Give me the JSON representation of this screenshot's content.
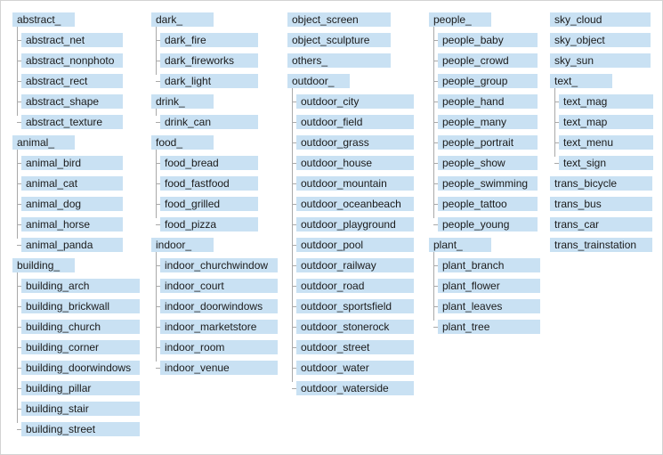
{
  "colors": {
    "node_fill": "#c9e1f3",
    "node_text": "#1b1b1b",
    "connector": "#a9a9a9",
    "canvas_border": "#d3d3d3",
    "background": "#ffffff"
  },
  "tree": {
    "columns": [
      {
        "groups": [
          {
            "label": "abstract_",
            "children": [
              "abstract_net",
              "abstract_nonphoto",
              "abstract_rect",
              "abstract_shape",
              "abstract_texture"
            ]
          },
          {
            "label": "animal_",
            "children": [
              "animal_bird",
              "animal_cat",
              "animal_dog",
              "animal_horse",
              "animal_panda"
            ]
          },
          {
            "label": "building_",
            "children": [
              "building_arch",
              "building_brickwall",
              "building_church",
              "building_corner",
              "building_doorwindows",
              "building_pillar",
              "building_stair",
              "building_street"
            ]
          }
        ]
      },
      {
        "groups": [
          {
            "label": "dark_",
            "children": [
              "dark_fire",
              "dark_fireworks",
              "dark_light"
            ]
          },
          {
            "label": "drink_",
            "children": [
              "drink_can"
            ]
          },
          {
            "label": "food_",
            "children": [
              "food_bread",
              "food_fastfood",
              "food_grilled",
              "food_pizza"
            ]
          },
          {
            "label": "indoor_",
            "children": [
              "indoor_churchwindow",
              "indoor_court",
              "indoor_doorwindows",
              "indoor_marketstore",
              "indoor_room",
              "indoor_venue"
            ]
          }
        ]
      },
      {
        "groups": [
          {
            "label": "object_screen",
            "children": []
          },
          {
            "label": "object_sculpture",
            "children": []
          },
          {
            "label": "others_",
            "children": []
          },
          {
            "label": "outdoor_",
            "children": [
              "outdoor_city",
              "outdoor_field",
              "outdoor_grass",
              "outdoor_house",
              "outdoor_mountain",
              "outdoor_oceanbeach",
              "outdoor_playground",
              "outdoor_pool",
              "outdoor_railway",
              "outdoor_road",
              "outdoor_sportsfield",
              "outdoor_stonerock",
              "outdoor_street",
              "outdoor_water",
              "outdoor_waterside"
            ]
          }
        ]
      },
      {
        "groups": [
          {
            "label": "people_",
            "children": [
              "people_baby",
              "people_crowd",
              "people_group",
              "people_hand",
              "people_many",
              "people_portrait",
              "people_show",
              "people_swimming",
              "people_tattoo",
              "people_young"
            ]
          },
          {
            "label": "plant_",
            "children": [
              "plant_branch",
              "plant_flower",
              "plant_leaves",
              "plant_tree"
            ]
          }
        ]
      },
      {
        "groups": [
          {
            "label": "sky_cloud",
            "children": []
          },
          {
            "label": "sky_object",
            "children": []
          },
          {
            "label": "sky_sun",
            "children": []
          },
          {
            "label": "text_",
            "children": [
              "text_mag",
              "text_map",
              "text_menu",
              "text_sign"
            ]
          },
          {
            "label": "trans_bicycle",
            "children": []
          },
          {
            "label": "trans_bus",
            "children": []
          },
          {
            "label": "trans_car",
            "children": []
          },
          {
            "label": "trans_trainstation",
            "children": []
          }
        ]
      }
    ]
  }
}
